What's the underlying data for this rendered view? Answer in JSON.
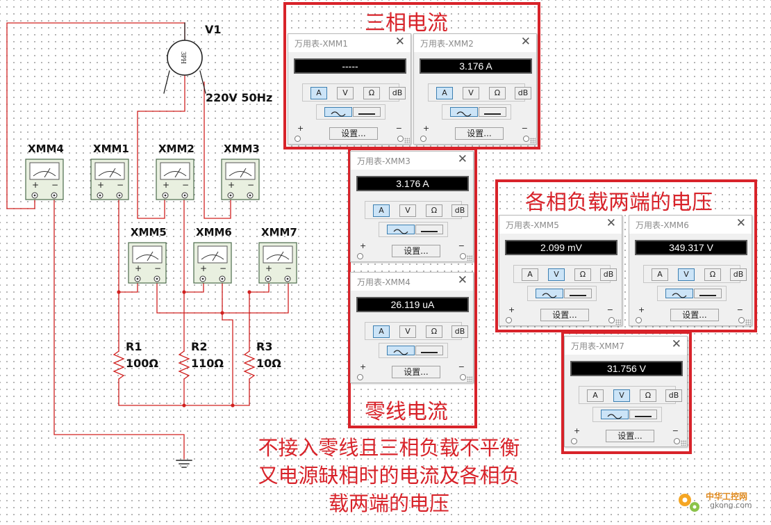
{
  "circuit": {
    "source_name": "V1",
    "source_rating": "220V 50Hz",
    "source_symbol": "3PH",
    "meters_top": [
      "XMM4",
      "XMM1",
      "XMM2",
      "XMM3"
    ],
    "meters_mid": [
      "XMM5",
      "XMM6",
      "XMM7"
    ],
    "resistors": [
      {
        "name": "R1",
        "value": "100Ω"
      },
      {
        "name": "R2",
        "value": "110Ω"
      },
      {
        "name": "R3",
        "value": "10Ω"
      }
    ],
    "meter_plus": "+",
    "meter_minus": "−"
  },
  "annotations": {
    "three_phase_current": "三相电流",
    "neutral_current": "零线电流",
    "phase_voltage": "各相负载两端的电压",
    "description_lines": [
      "不接入零线且三相负载不平衡",
      "又电源缺相时的电流及各相负",
      "载两端的电压"
    ]
  },
  "common": {
    "close": "✕",
    "mode_labels": [
      "A",
      "V",
      "Ω",
      "dB"
    ],
    "settings_label": "设置...",
    "plus": "+",
    "minus": "−"
  },
  "multimeters": [
    {
      "title": "万用表-XMM1",
      "reading": "-----",
      "mode": "A",
      "coupling": "AC"
    },
    {
      "title": "万用表-XMM2",
      "reading": "3.176 A",
      "mode": "A",
      "coupling": "AC"
    },
    {
      "title": "万用表-XMM3",
      "reading": "3.176 A",
      "mode": "A",
      "coupling": "AC"
    },
    {
      "title": "万用表-XMM4",
      "reading": "26.119 uA",
      "mode": "A",
      "coupling": "AC"
    },
    {
      "title": "万用表-XMM5",
      "reading": "2.099 mV",
      "mode": "V",
      "coupling": "AC"
    },
    {
      "title": "万用表-XMM6",
      "reading": "349.317 V",
      "mode": "V",
      "coupling": "AC"
    },
    {
      "title": "万用表-XMM7",
      "reading": "31.756 V",
      "mode": "V",
      "coupling": "AC"
    }
  ],
  "watermark": {
    "site_name": "中华工控网",
    "site_url": "gkong.com"
  },
  "colors": {
    "accent": "#d8232a",
    "wire": "#d0201f",
    "active_button": "#cce4f7",
    "display_bg": "#000000"
  }
}
